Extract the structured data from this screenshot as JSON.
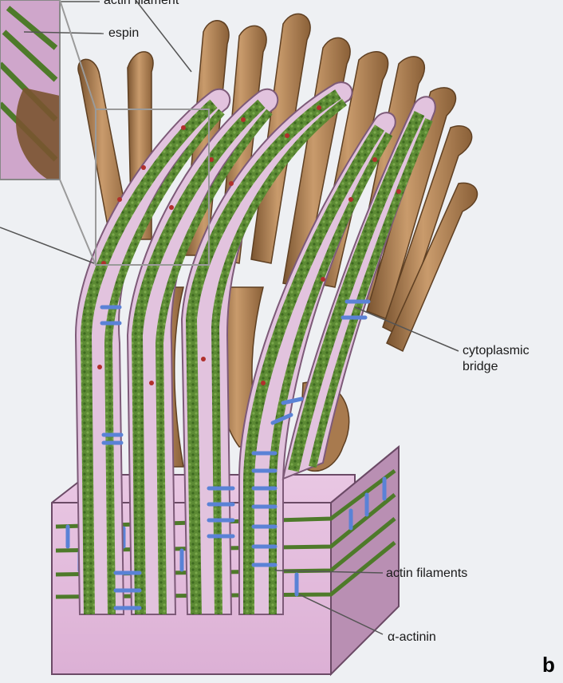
{
  "labels": {
    "actin_filament_top": "actin filament",
    "espin": "espin",
    "cytoplasmic_bridge_1": "cytoplasmic",
    "cytoplasmic_bridge_2": "bridge",
    "actin_filaments": "actin filaments",
    "alpha_actinin": "α-actinin"
  },
  "panel_letter": "b",
  "colors": {
    "background": "#eef0f3",
    "cell_membrane": "#d9b8d6",
    "cell_block": "#e6bfe0",
    "block_side": "#b98fb3",
    "microvillus_tan": "#b98b5f",
    "microvillus_dark": "#7a5430",
    "actin_green": "#4e7a2a",
    "alpha_actinin_blue": "#5a82d6",
    "espin_red": "#b0302c",
    "leader_line": "#555555"
  }
}
